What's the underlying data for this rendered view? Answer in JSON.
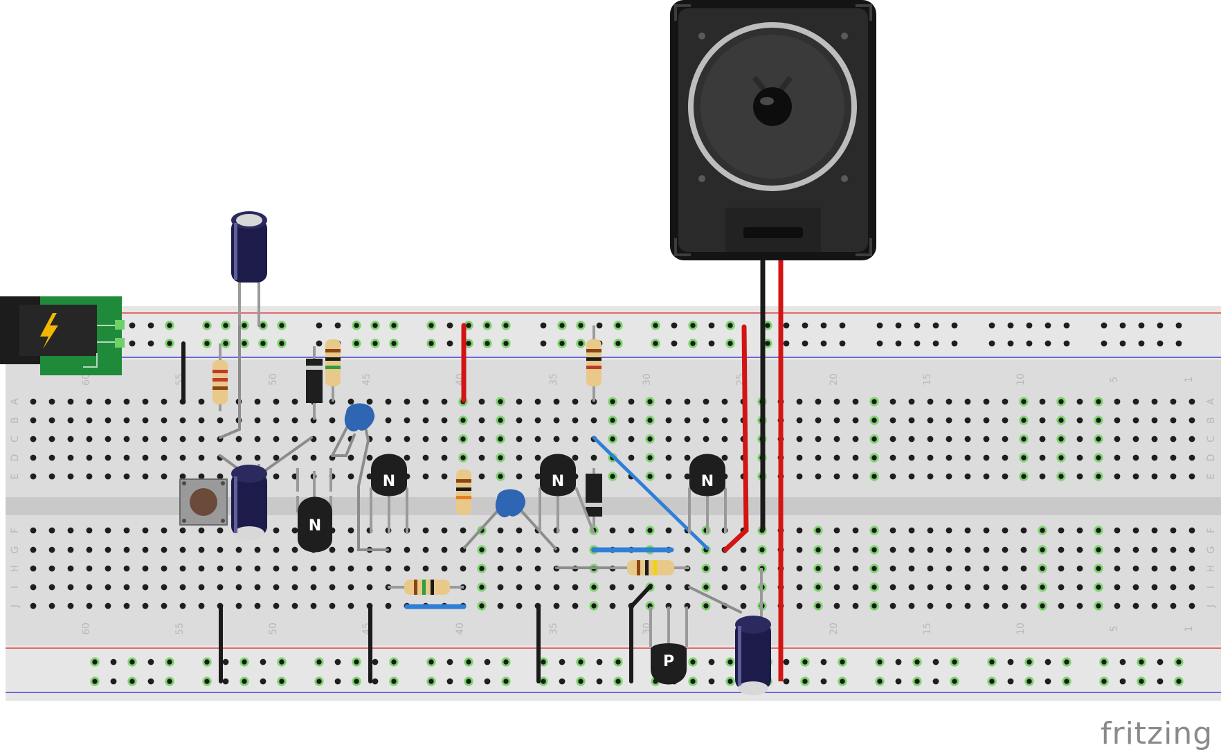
{
  "breadboard": {
    "column_labels": [
      "60",
      "55",
      "50",
      "45",
      "40",
      "35",
      "30",
      "25",
      "20",
      "15",
      "10",
      "5",
      "1"
    ],
    "row_labels_top": [
      "A",
      "B",
      "C",
      "D",
      "E"
    ],
    "row_labels_bottom": [
      "F",
      "G",
      "H",
      "I",
      "J"
    ]
  },
  "components": {
    "npn_transistors": [
      {
        "label": "N"
      },
      {
        "label": "N"
      },
      {
        "label": "N"
      },
      {
        "label": "N"
      }
    ],
    "pnp_transistor": {
      "label": "P"
    },
    "power_jack_icon": "lightning-bolt-icon",
    "speaker_icon": "speaker-icon"
  },
  "colors": {
    "wire_red": "#d21414",
    "wire_black": "#1a1a1a",
    "wire_blue": "#2f7fd6",
    "wire_gray": "#8c8c8c",
    "rail_red_line": "#e04040",
    "rail_blue_line": "#4040d8",
    "hole_active": "#7ed46f",
    "board": "#dcdcdc"
  },
  "brand": {
    "text": "fritzing"
  }
}
